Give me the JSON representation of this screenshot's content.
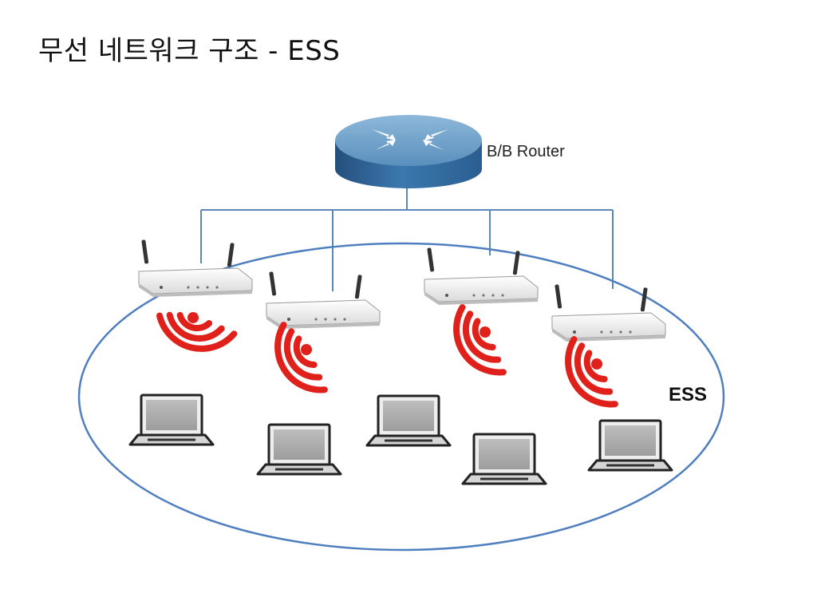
{
  "slide": {
    "title": "무선 네트워크 구조 - ESS"
  },
  "diagram": {
    "router_label": "B/B Router",
    "ess_label": "ESS"
  },
  "colors": {
    "router_top": "#5f93bd",
    "router_side": "#2f6394",
    "link_line": "#5a86b8",
    "ellipse": "#4f7fbf",
    "signal": "#e0201a"
  },
  "icons": {
    "router": "router-icon",
    "access_point": "access-point-icon",
    "signal": "wifi-signal-icon",
    "laptop": "laptop-icon"
  }
}
